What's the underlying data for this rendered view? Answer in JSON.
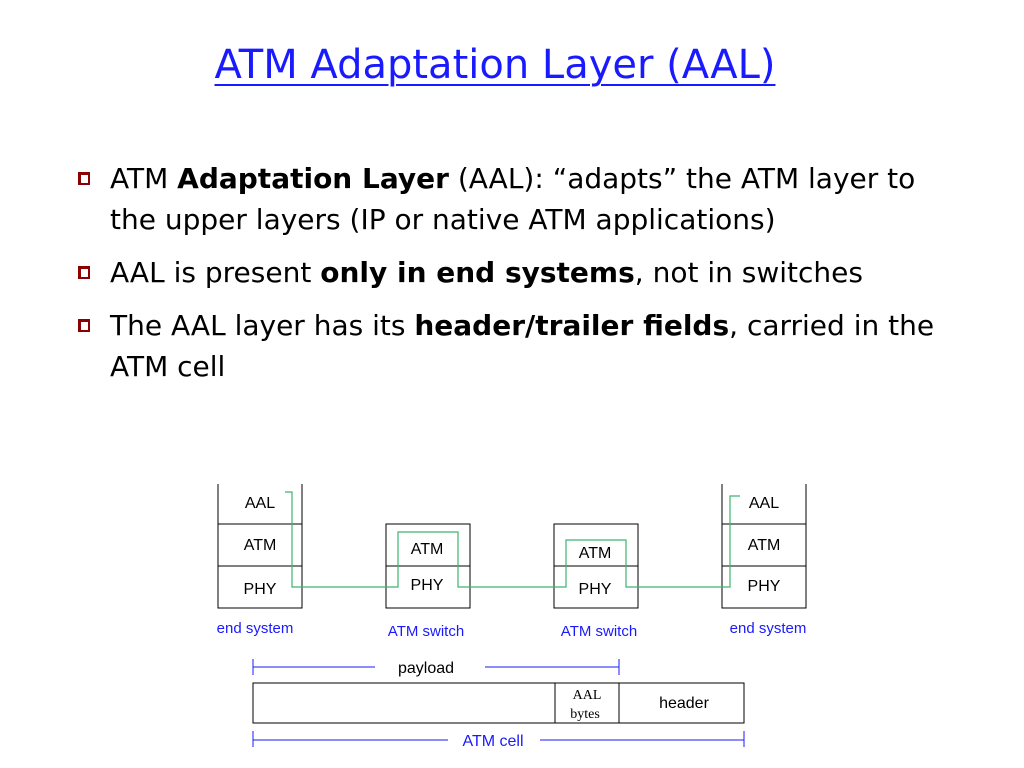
{
  "slide": {
    "title": "ATM Adaptation Layer (AAL)",
    "bullets": [
      {
        "pre": "ATM ",
        "bold": "Adaptation Layer",
        "post": " (AAL): “adapts” the ATM layer to the upper layers (IP or native ATM applications)"
      },
      {
        "pre": "AAL is present ",
        "bold": "only in end systems",
        "post": ", not in switches"
      },
      {
        "pre": "The AAL layer has its ",
        "bold": "header/trailer fields",
        "post": ", carried in the ATM cell"
      }
    ]
  },
  "diagram": {
    "stack_labels": {
      "aal": "AAL",
      "atm": "ATM",
      "phy": "PHY"
    },
    "node_captions": {
      "end_system_left": "end system",
      "switch_left": "ATM switch",
      "switch_right": "ATM switch",
      "end_system_right": "end system"
    },
    "cell": {
      "payload_label": "payload",
      "aal_bytes_line1": "AAL",
      "aal_bytes_line2": "bytes",
      "header_label": "header",
      "atm_cell_label": "ATM cell"
    },
    "colors": {
      "link": "#3cb371",
      "caption": "#1a1aff",
      "box": "#000000"
    }
  }
}
